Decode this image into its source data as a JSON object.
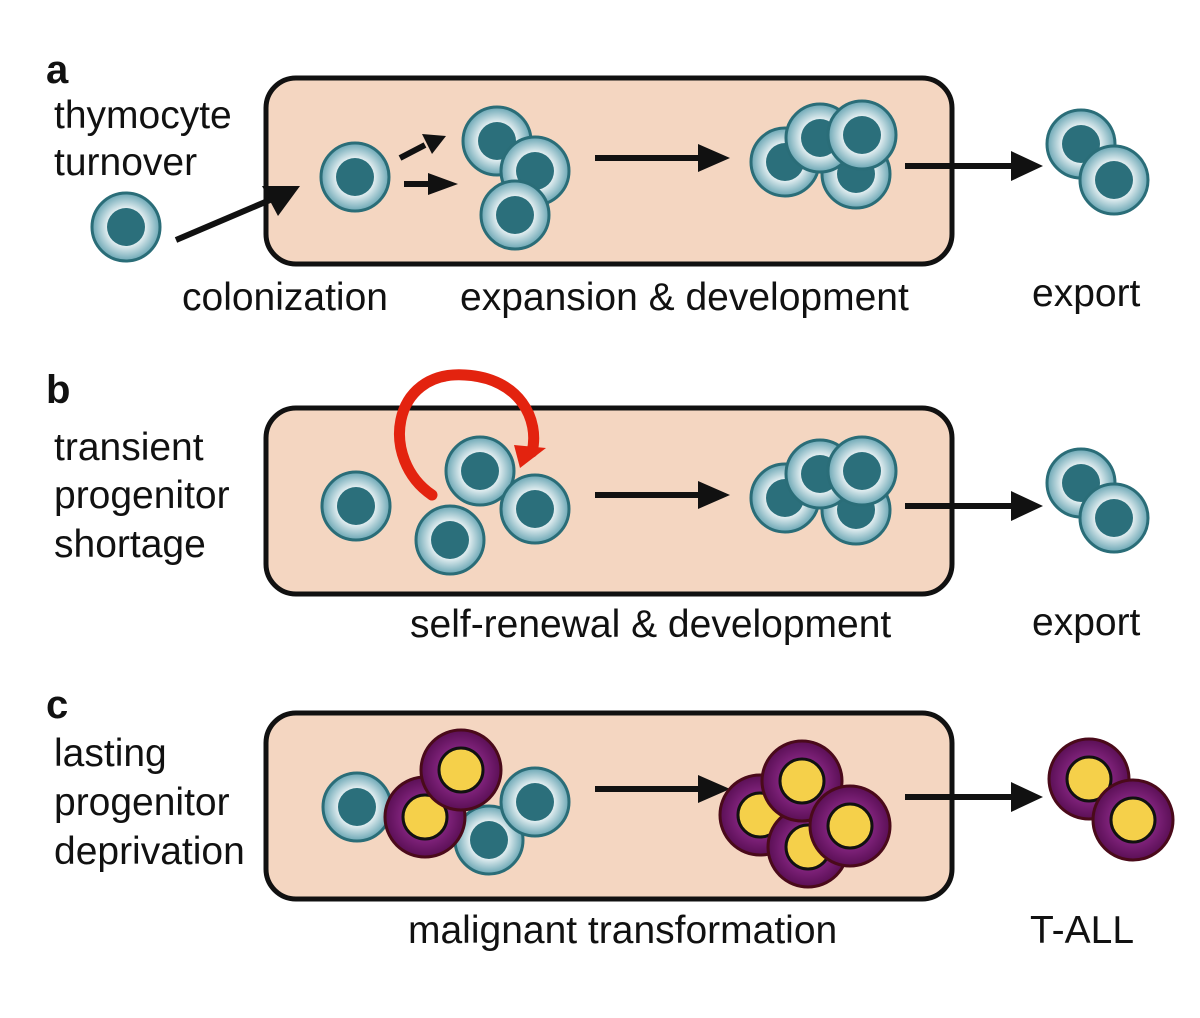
{
  "panels": [
    {
      "letter": "a",
      "side_label": [
        "thymocyte",
        "turnover"
      ],
      "step_labels": {
        "entry": "colonization",
        "middle": "expansion & development",
        "exit": "export"
      }
    },
    {
      "letter": "b",
      "side_label": [
        "transient",
        "progenitor",
        "shortage"
      ],
      "step_labels": {
        "middle": "self-renewal & development",
        "exit": "export"
      }
    },
    {
      "letter": "c",
      "side_label": [
        "lasting",
        "progenitor",
        "deprivation"
      ],
      "step_labels": {
        "middle": "malignant transformation",
        "exit": "T-ALL"
      }
    }
  ],
  "colors": {
    "thymus_box": "#f4d6c1",
    "normal_cell_nucleus": "#2b6f7b",
    "normal_cell_edge": "#2a6d78",
    "malignant_cell_body": "#6e1766",
    "malignant_cell_nucleus": "#f5d04a",
    "self_renewal_arrow": "#e3230f"
  }
}
